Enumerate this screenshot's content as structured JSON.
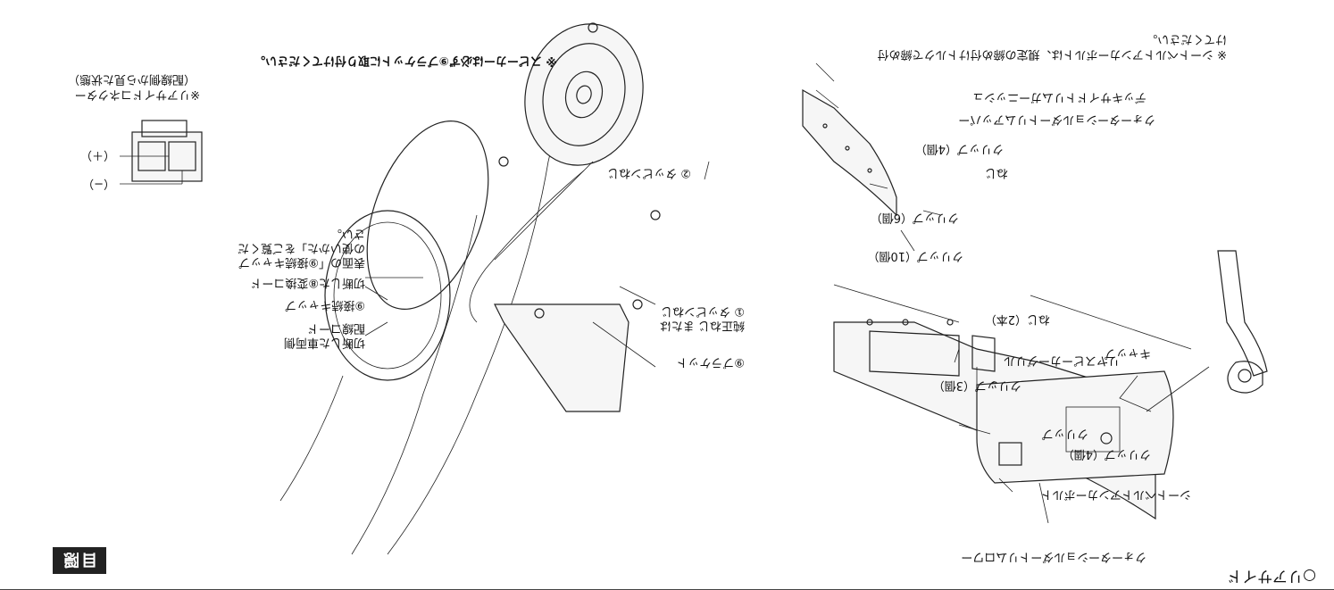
{
  "page_badge": "目隠",
  "section_heading": "○リアサイド",
  "notes": {
    "seat_belt_note": "※ シートベルトアンカーボルトは、規定の締め付けトルクで締め付けてください。",
    "speaker_note": "※ スピーカーは必ず⑨ブラケットに取り付けてください。",
    "connector_title": "※リアサイドコネクター",
    "connector_caption": "（配線側から見た状態）"
  },
  "left_labels": {
    "quarter_trim_lower": "クォーターショルダートリムロワー",
    "clip_4_lower": "クリップ（4個）",
    "clip_nail": "クリップ",
    "seat_belt_bolt": "シートベルトアンカーボルト",
    "clip_3": "クリップ（3個）",
    "cap": "キャップ",
    "rear_speaker_grille": "リヤスピーカーグリル",
    "screw_2": "ねじ（2本）",
    "clip_10": "クリップ（10個）",
    "clip_6": "クリップ（6個）",
    "screw": "ねじ",
    "clip_4_upper": "クリップ（4個）",
    "quarter_trim_upper": "クォーターショルダートリムアッパー",
    "deck_trim": "デッキサイドトリムガーニッシュ"
  },
  "right_labels": {
    "bracket": "⑨ブラケット",
    "screw_1": "① タッピンねじ",
    "screw_1b": "純正ねじ または",
    "screw_2": "② タッピンねじ",
    "cut_vehicle_harness_a": "切断した車両側",
    "cut_vehicle_harness_b": "配線コード",
    "connector_9": "⑨接続キャップ",
    "cut_conversion_cord": "切断した⑧変換コード",
    "instruction_a": "表面の「⑨接続キャップ",
    "instruction_b": "の使いかた」をご覧くだ",
    "instruction_c": "さい。"
  },
  "connector_pins": {
    "minus": "（−）",
    "plus": "（＋）"
  }
}
